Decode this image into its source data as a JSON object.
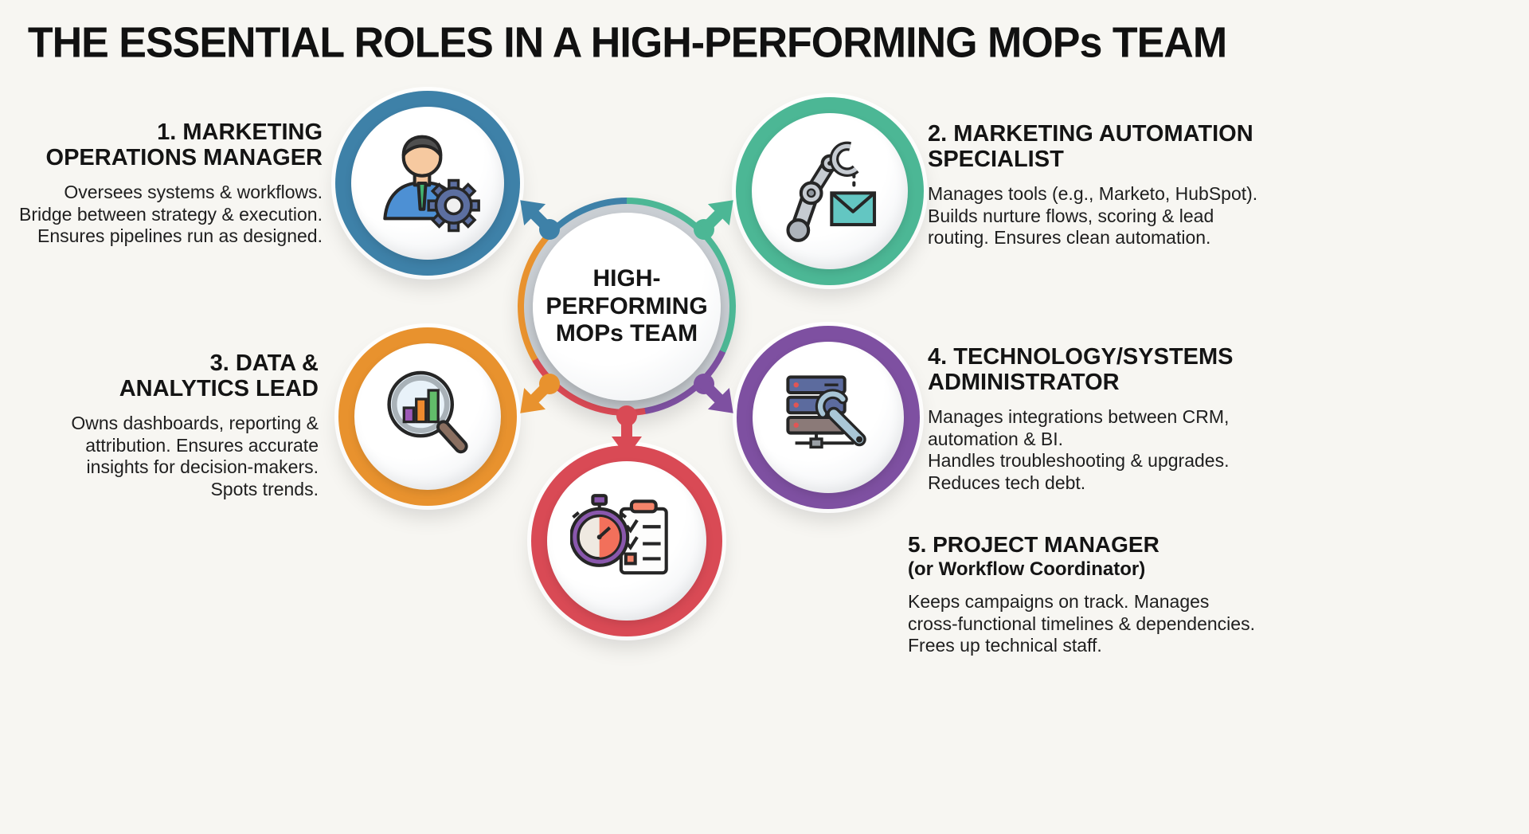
{
  "title": "THE ESSENTIAL ROLES IN A HIGH-PERFORMING MOPs TEAM",
  "center": {
    "label": "HIGH-\nPERFORMING\nMOPs TEAM"
  },
  "colors": {
    "blue": "#3E81A8",
    "teal": "#4CB795",
    "orange": "#E8922E",
    "purple": "#7E50A1",
    "red": "#D94A55",
    "center_ring_gray": "#C9CED3"
  },
  "roles": [
    {
      "heading": "1. MARKETING\nOPERATIONS MANAGER",
      "body": "Oversees systems & workflows.\nBridge between strategy & execution.\nEnsures pipelines run as designed.",
      "color": "#3E81A8",
      "icon": "manager-person-gear-icon"
    },
    {
      "heading": "2. MARKETING AUTOMATION\nSPECIALIST",
      "body": "Manages tools (e.g., Marketo, HubSpot).\nBuilds nurture flows, scoring & lead\nrouting. Ensures clean automation.",
      "color": "#4CB795",
      "icon": "robot-arm-email-icon"
    },
    {
      "heading": "3. DATA &\nANALYTICS LEAD",
      "body": "Owns dashboards, reporting &\nattribution. Ensures accurate\ninsights for decision-makers.\nSpots trends.",
      "color": "#E8922E",
      "icon": "magnifier-bar-chart-icon"
    },
    {
      "heading": "4. TECHNOLOGY/SYSTEMS\nADMINISTRATOR",
      "body": "Manages integrations between CRM,\nautomation & BI.\nHandles troubleshooting & upgrades.\nReduces tech debt.",
      "color": "#7E50A1",
      "icon": "server-wrench-icon"
    },
    {
      "heading": "5. PROJECT MANAGER",
      "subheading": "(or Workflow Coordinator)",
      "body": "Keeps campaigns on track. Manages\ncross-functional timelines & dependencies.\nFrees up technical staff.",
      "color": "#D94A55",
      "icon": "stopwatch-checklist-icon"
    }
  ]
}
